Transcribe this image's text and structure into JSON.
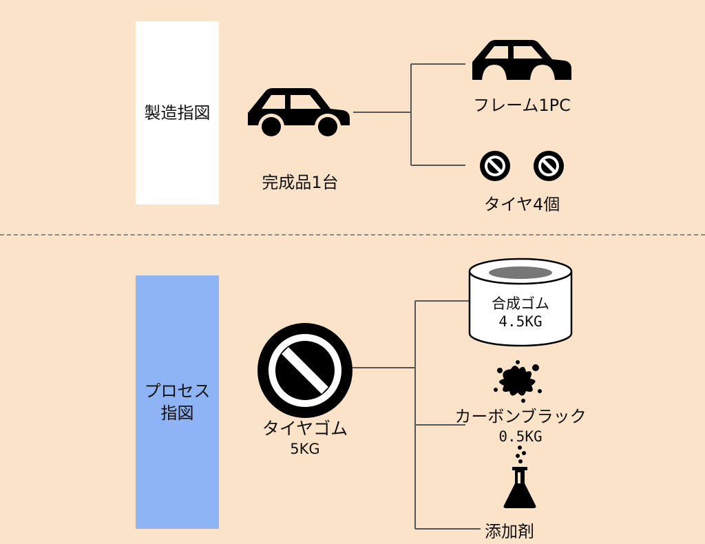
{
  "manufacturing": {
    "label": "製造指図",
    "product": {
      "label": "完成品1台",
      "icon": "car-icon"
    },
    "components": [
      {
        "label": "フレーム1PC",
        "icon": "car-frame-icon"
      },
      {
        "label": "タイヤ4個",
        "icon": "tire-icon"
      }
    ]
  },
  "process": {
    "label": "プロセス\n指図",
    "product": {
      "name": "タイヤゴム",
      "qty": "5KG",
      "icon": "tire-icon"
    },
    "materials": [
      {
        "name": "合成ゴム",
        "qty": "4.5KG",
        "icon": "rubber-drum-icon"
      },
      {
        "name": "カーボンブラック",
        "qty": "0.5KG",
        "icon": "carbon-splash-icon"
      },
      {
        "name": "添加剤",
        "qty": "",
        "icon": "flask-icon"
      }
    ]
  },
  "colors": {
    "background": "#fbe3c9",
    "manufacturing_panel": "#ffffff",
    "process_panel": "#8fb4f5",
    "icon": "#000000",
    "connector": "#555555"
  }
}
